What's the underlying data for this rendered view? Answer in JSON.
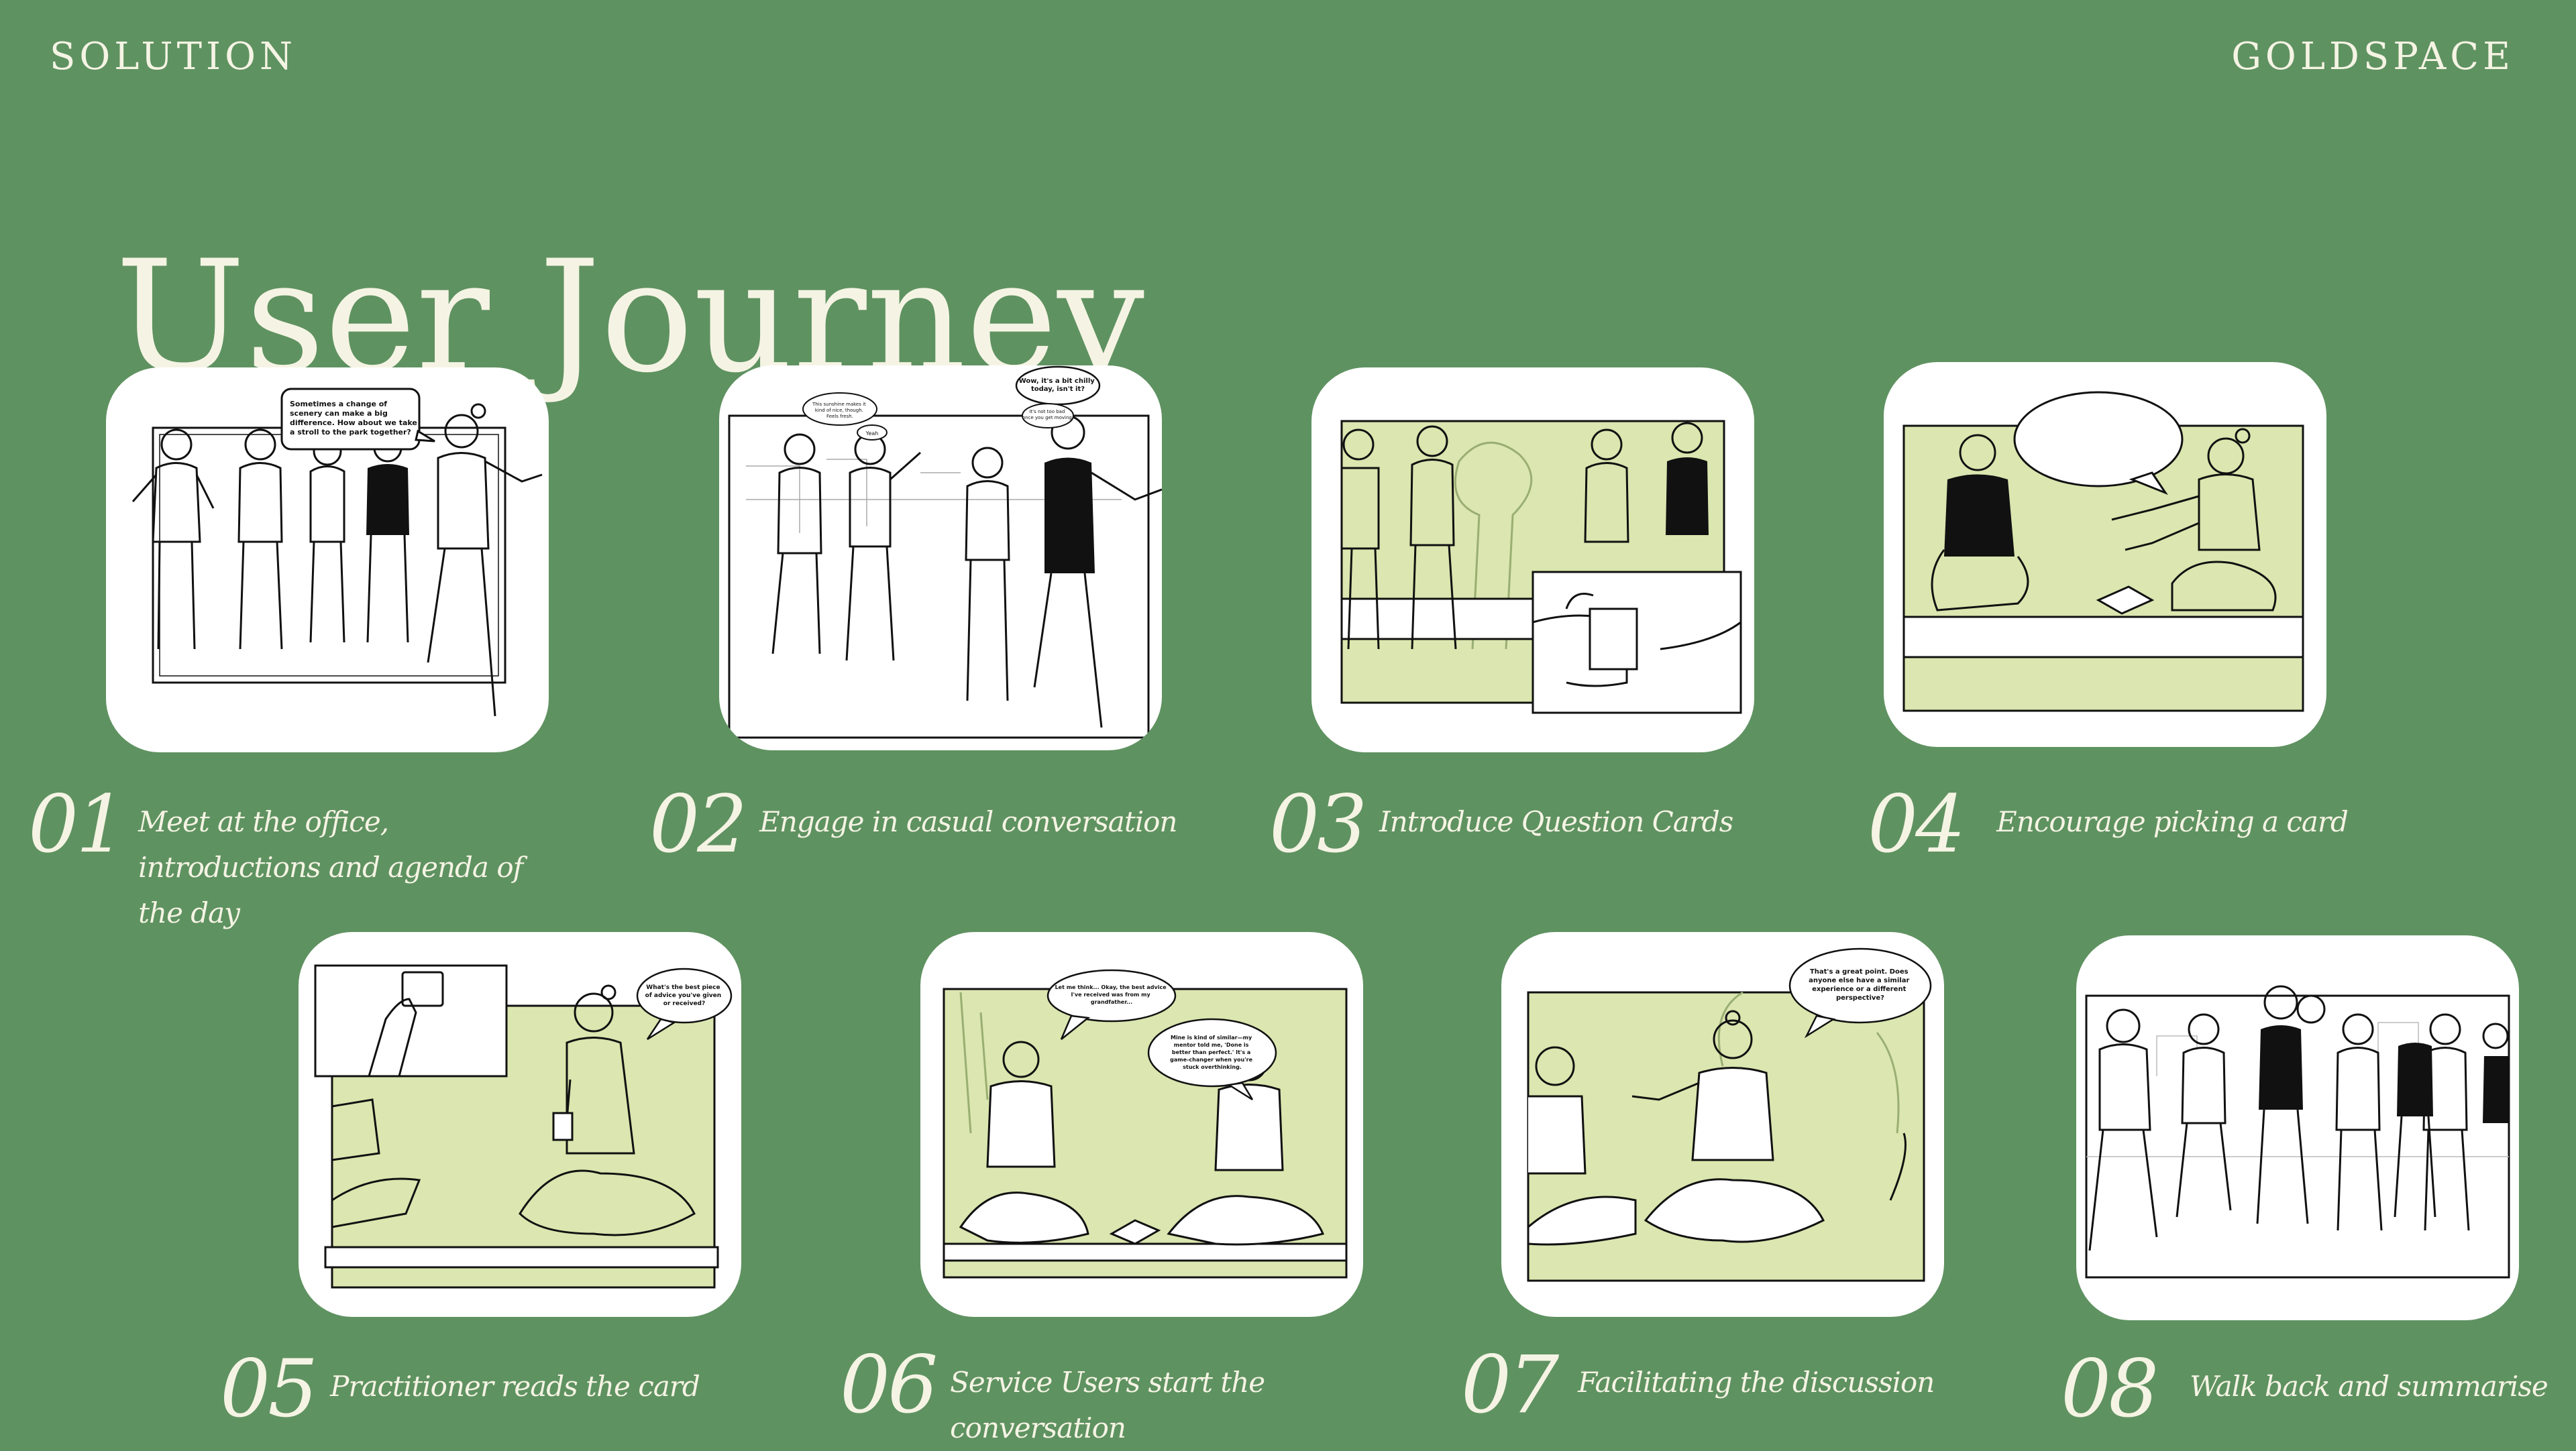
{
  "header": {
    "section_label": "SOLUTION",
    "brand": "GOLDSPACE",
    "title": "User Journey"
  },
  "colors": {
    "background": "#5f9261",
    "text": "#f5f4e4",
    "panel": "#ffffff",
    "scene_tint": "#dbe6b0",
    "ink": "#111111"
  },
  "steps": [
    {
      "number": "01",
      "description": "Meet at the office, introductions and agenda of the day",
      "bubbles": [
        "Sometimes a change of scenery can make a big difference. How about we take a stroll to the park together?"
      ]
    },
    {
      "number": "02",
      "description": "Engage in casual conversation",
      "bubbles": [
        "Wow, it's a bit chilly today, isn't it?",
        "This sunshine makes it kind of nice, though. Feels fresh.",
        "Yeah",
        "It's not too bad once you get moving."
      ]
    },
    {
      "number": "03",
      "description": "Introduce Question Cards",
      "bubbles": []
    },
    {
      "number": "04",
      "description": "Encourage picking a card",
      "bubbles": []
    },
    {
      "number": "05",
      "description": "Practitioner reads the card",
      "bubbles": [
        "What's the best piece of advice you've given or received?"
      ]
    },
    {
      "number": "06",
      "description": "Service Users start the conversation",
      "bubbles": [
        "Let me think... Okay, the best advice I've received was from my grandfather...",
        "Mine is kind of similar—my mentor told me, 'Done is better than perfect.' It's a game-changer when you're stuck overthinking."
      ]
    },
    {
      "number": "07",
      "description": "Facilitating the discussion",
      "bubbles": [
        "That's a great point. Does anyone else have a similar experience or a different perspective?"
      ]
    },
    {
      "number": "08",
      "description": "Walk back and summarise",
      "bubbles": []
    }
  ]
}
